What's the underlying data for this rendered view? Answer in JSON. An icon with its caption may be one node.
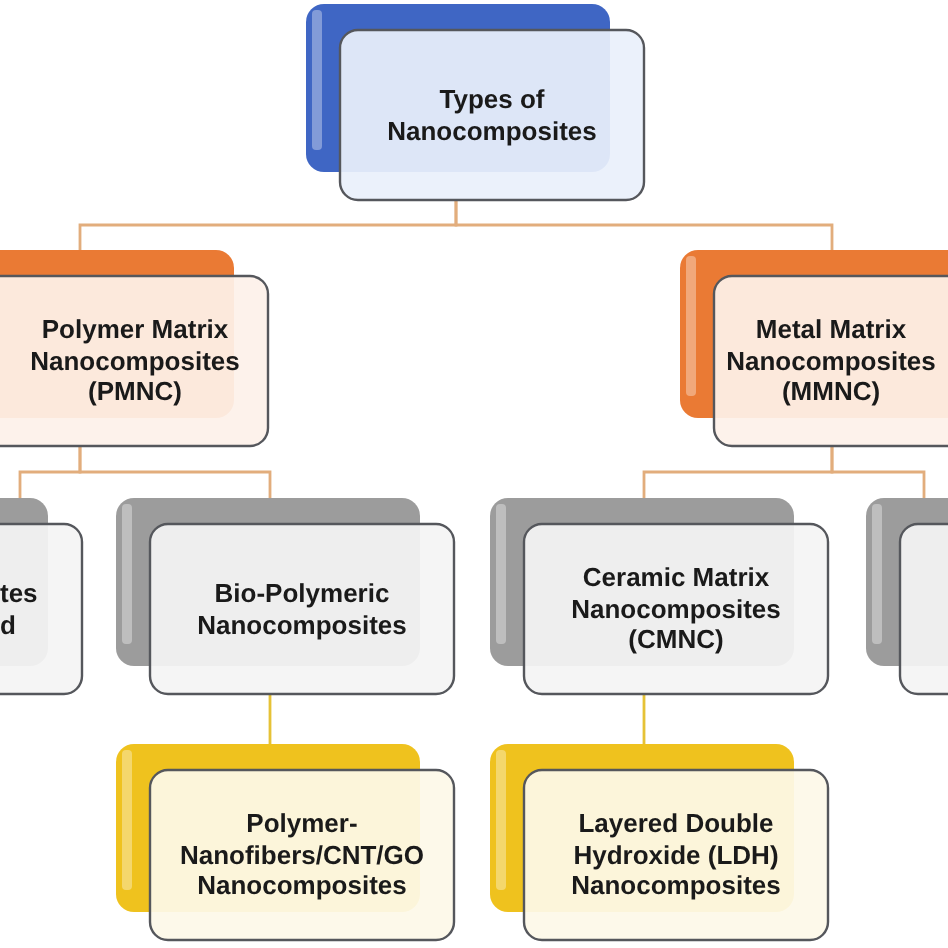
{
  "diagram": {
    "nodes": [
      {
        "text": [
          "Types of Nanocomposites"
        ]
      },
      {
        "text": [
          "Polymer Matrix Nanocomposites (PMNC)"
        ]
      },
      {
        "text": [
          "Metal Matrix Nanocomposites (MMNC)"
        ]
      },
      {
        "text": [
          "tes d"
        ]
      },
      {
        "text": [
          "Bio-Polymeric Nanocomposites"
        ]
      },
      {
        "text": [
          "Ceramic Matrix Nanocomposites (CMNC)"
        ]
      },
      {
        "text": [],
        "shape": "box"
      },
      {
        "text": [
          "Polymer-Nanofibers/CNT/GO Nanocomposites"
        ]
      },
      {
        "text": [
          "Layered Double Hydroxide (LDH) Nanocomposites"
        ]
      }
    ],
    "edges": [
      {
        "from": 0,
        "to": 1,
        "arrow": "none"
      },
      {
        "from": 0,
        "to": 2,
        "arrow": "none"
      },
      {
        "from": 1,
        "to": 3,
        "arrow": "none"
      },
      {
        "from": 1,
        "to": 4,
        "arrow": "none"
      },
      {
        "from": 2,
        "to": 5,
        "arrow": "none"
      },
      {
        "from": 2,
        "to": 6,
        "arrow": "none"
      },
      {
        "from": 4,
        "to": 7,
        "arrow": "none",
        "color": "#e6c236"
      },
      {
        "from": 5,
        "to": 8,
        "arrow": "none",
        "color": "#e6c236"
      }
    ]
  }
}
